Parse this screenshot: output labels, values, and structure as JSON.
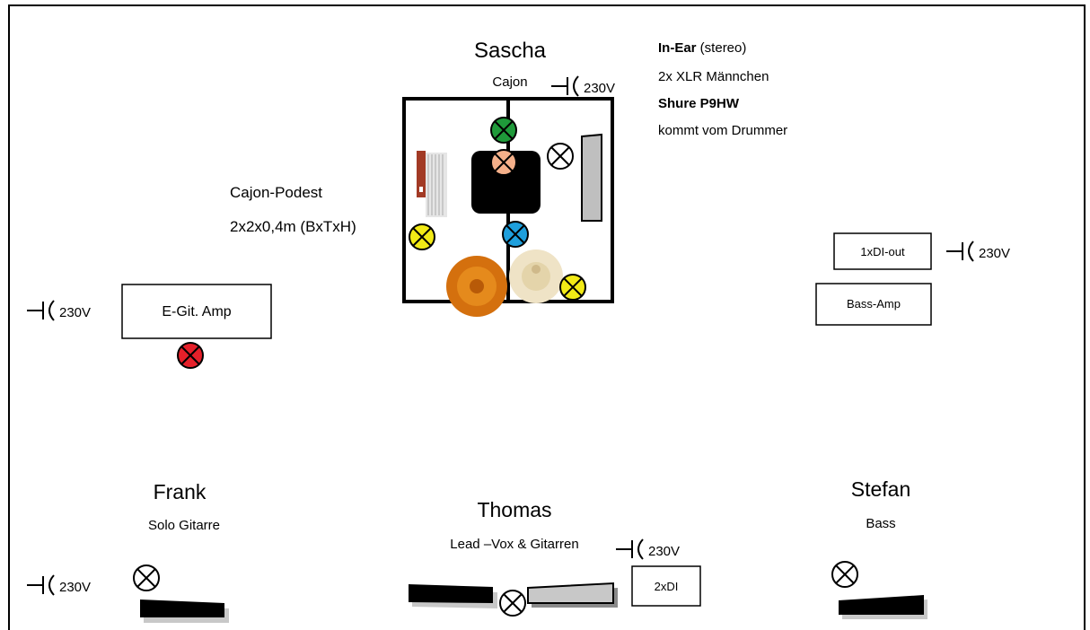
{
  "people": {
    "sascha": {
      "name": "Sascha",
      "role": "Cajon"
    },
    "frank": {
      "name": "Frank",
      "role": "Solo Gitarre"
    },
    "thomas": {
      "name": "Thomas",
      "role": "Lead –Vox & Gitarren"
    },
    "stefan": {
      "name": "Stefan",
      "role": "Bass"
    }
  },
  "inear": {
    "title": "In-Ear",
    "title_suffix": " (stereo)",
    "line2": "2x XLR Männchen",
    "model": "Shure P9HW",
    "line4": "kommt vom Drummer"
  },
  "podest": {
    "label1": "Cajon-Podest",
    "label2": "2x2x0,4m (BxTxH)"
  },
  "boxes": {
    "egit_amp": "E-Git. Amp",
    "di_out": "1xDI-out",
    "bass_amp": "Bass-Amp",
    "di2": "2xDI"
  },
  "power": {
    "label": "230V"
  },
  "colors": {
    "green": "#1f9a3a",
    "peach": "#f5b08a",
    "yellow": "#f2ea16",
    "blue": "#1e9fdc",
    "red": "#e5202a",
    "gray": "#bfbfbf",
    "black": "#000000"
  }
}
